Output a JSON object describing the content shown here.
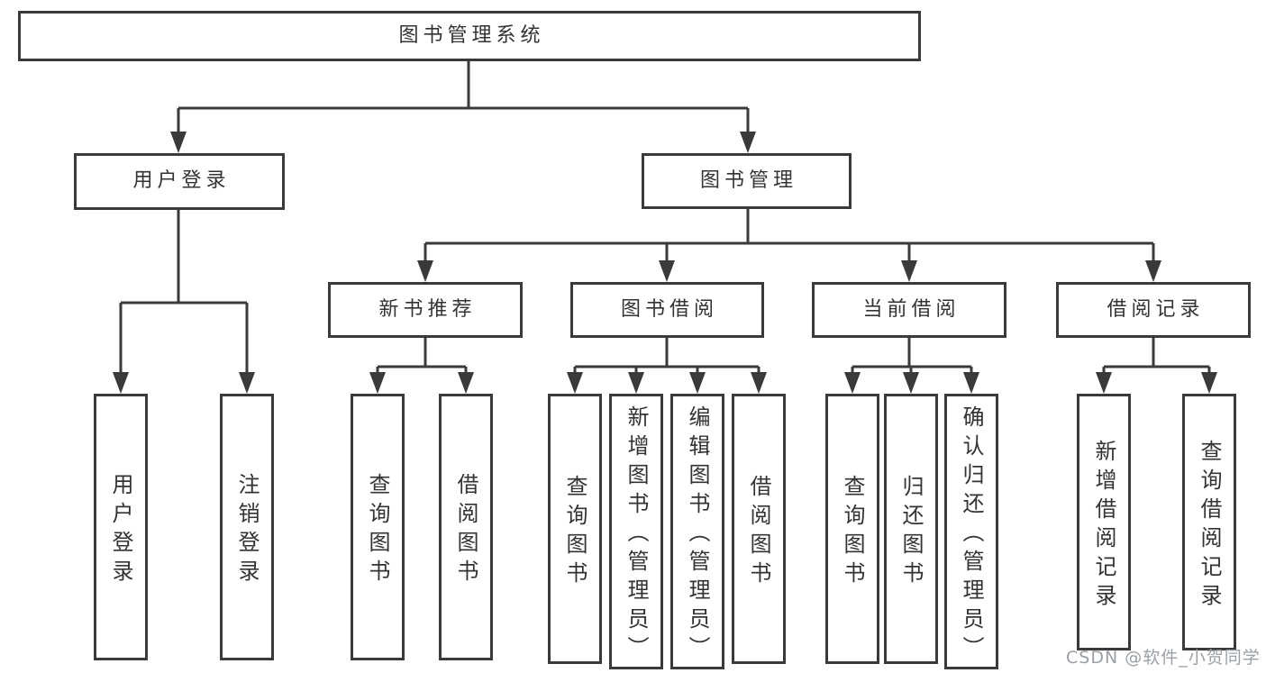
{
  "tree": {
    "root": {
      "label": "图书管理系统"
    },
    "children": [
      {
        "label": "用户登录",
        "children": [
          {
            "label": "用户登录"
          },
          {
            "label": "注销登录"
          }
        ]
      },
      {
        "label": "图书管理",
        "children": [
          {
            "label": "新书推荐",
            "children": [
              {
                "label": "查询图书"
              },
              {
                "label": "借阅图书"
              }
            ]
          },
          {
            "label": "图书借阅",
            "children": [
              {
                "label": "查询图书"
              },
              {
                "label": "新增图书（管理员）"
              },
              {
                "label": "编辑图书（管理员）"
              },
              {
                "label": "借阅图书"
              }
            ]
          },
          {
            "label": "当前借阅",
            "children": [
              {
                "label": "查询图书"
              },
              {
                "label": "归还图书"
              },
              {
                "label": "确认归还（管理员）"
              }
            ]
          },
          {
            "label": "借阅记录",
            "children": [
              {
                "label": "新增借阅记录"
              },
              {
                "label": "查询借阅记录"
              }
            ]
          }
        ]
      }
    ]
  },
  "watermark": {
    "text": "CSDN @软件_小贺同学"
  },
  "colors": {
    "line": "#3a3a3a",
    "text": "#333333",
    "watermark": "#9aa0a6",
    "background": "#ffffff"
  }
}
